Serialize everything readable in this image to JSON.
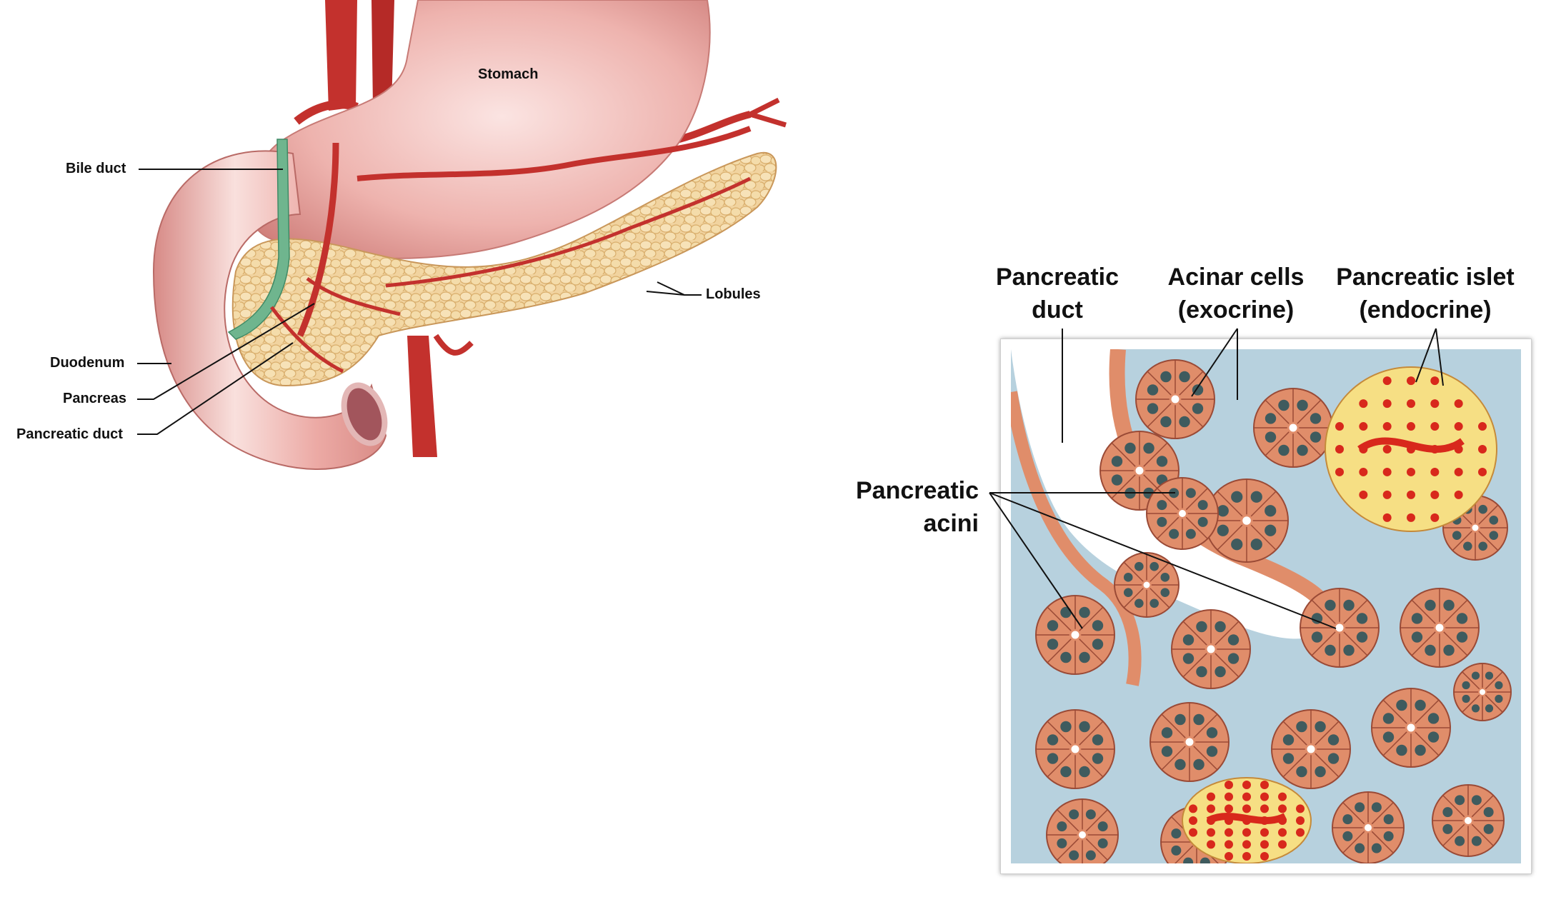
{
  "left_labels": {
    "stomach": "Stomach",
    "bile_duct": "Bile duct",
    "lobules": "Lobules",
    "duodenum": "Duodenum",
    "pancreas": "Pancreas",
    "pancreatic_duct": "Pancreatic duct"
  },
  "right_labels": {
    "pancreatic_duct": "Pancreatic\nduct",
    "acinar_cells": "Acinar cells\n(exocrine)",
    "pancreatic_islet": "Pancreatic islet\n(endocrine)",
    "pancreatic_acini": "Pancreatic\nacini"
  },
  "colors": {
    "organ_pink": "#e8aaa6",
    "artery_red": "#c8302c",
    "pancreas_tan": "#f0cf96",
    "bile_green": "#6fb58e",
    "tissue_blue": "#b7d1de",
    "acinar_orange": "#e08d6a",
    "nucleus_gray": "#3f5b5e",
    "islet_yellow": "#f6df84",
    "islet_red": "#d8281c"
  }
}
